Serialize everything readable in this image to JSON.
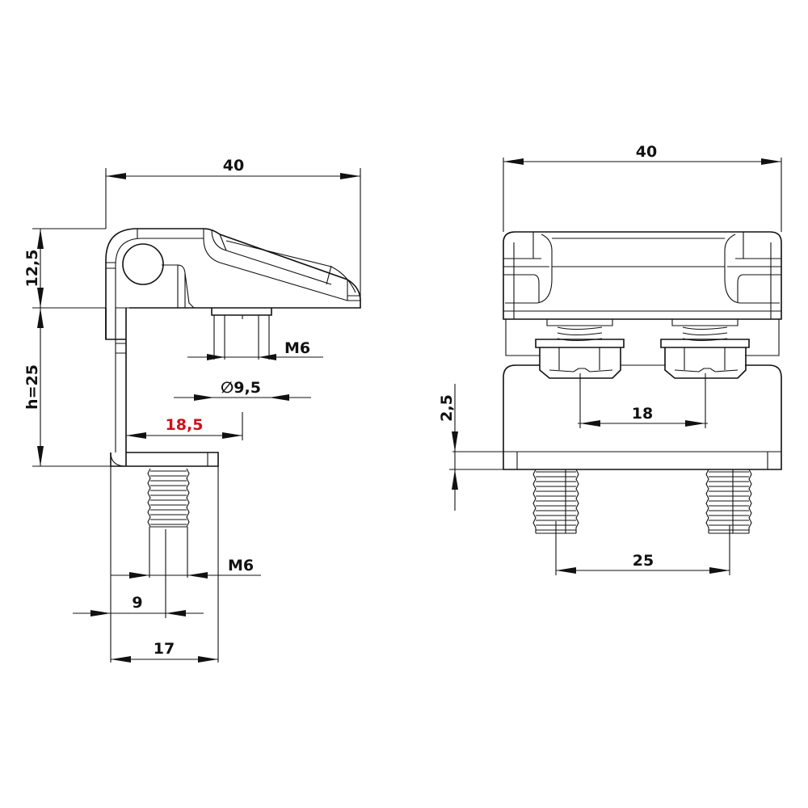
{
  "drawing": {
    "side_view": {
      "dimensions": {
        "width": "40",
        "height_top": "12,5",
        "height_h": "h=25",
        "thread_top": "M6",
        "diameter": "∅9,5",
        "offset_red": "18,5",
        "thread_bottom": "M6",
        "offset_9": "9",
        "width_17": "17"
      }
    },
    "front_view": {
      "dimensions": {
        "width": "40",
        "thickness": "2,5",
        "nut_spacing": "18",
        "bolt_spacing": "25"
      }
    },
    "colors": {
      "line": "#111111",
      "highlight": "#d0101a",
      "background": "#ffffff"
    }
  }
}
